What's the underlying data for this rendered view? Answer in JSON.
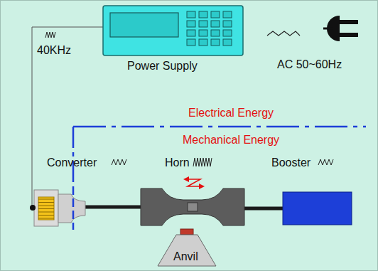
{
  "diagram": {
    "nodes": [
      {
        "text": [
          "Power Supply"
        ]
      },
      {
        "text": [
          "Converter"
        ]
      },
      {
        "text": [
          "Horn"
        ]
      },
      {
        "text": [
          "Booster"
        ]
      },
      {
        "text": [
          "Anvil"
        ]
      }
    ],
    "edges": [
      {
        "from": 0,
        "to": 1,
        "arrow": "none"
      },
      {
        "from": 1,
        "to": 2,
        "arrow": "none"
      },
      {
        "from": 2,
        "to": 3,
        "arrow": "none"
      }
    ],
    "labels": [
      "40KHz",
      "AC 50~60Hz",
      "Electrical Energy",
      "Mechanical Energy"
    ]
  }
}
